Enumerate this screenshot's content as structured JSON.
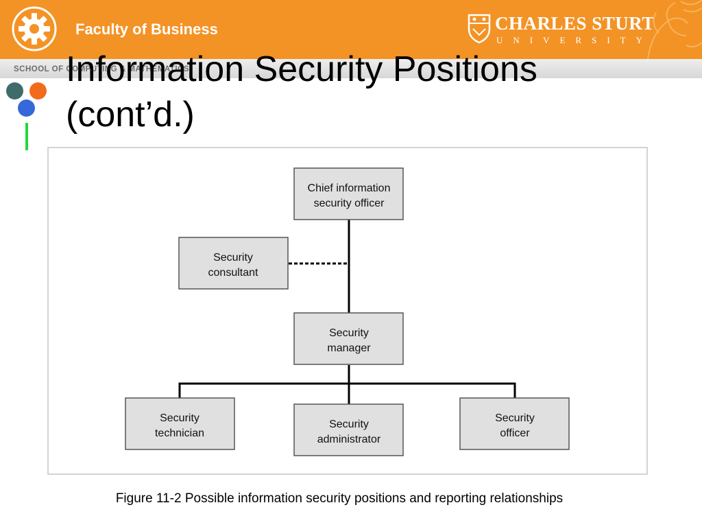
{
  "header": {
    "faculty_name": "Faculty of Business",
    "university_name": "CHARLES STURT",
    "university_sub": "UNIVERSITY",
    "school_name": "SCHOOL OF COMPUTING & MATHEMATICS",
    "logo_icon": "gear-icon",
    "crest_icon": "shield-crest-icon",
    "background_color": "#f39325"
  },
  "slide": {
    "title": "Information Security Positions\n(cont’d.)",
    "accent_dots": [
      "#3f6b6b",
      "#f26b1d",
      "#3569d9"
    ],
    "accent_line_color": "#22d83c"
  },
  "diagram": {
    "nodes": [
      {
        "id": "ciso",
        "lines": [
          "Chief information",
          "security officer"
        ]
      },
      {
        "id": "consultant",
        "lines": [
          "Security",
          "consultant"
        ]
      },
      {
        "id": "manager",
        "lines": [
          "Security",
          "manager"
        ]
      },
      {
        "id": "technician",
        "lines": [
          "Security",
          "technician"
        ]
      },
      {
        "id": "administrator",
        "lines": [
          "Security",
          "administrator"
        ]
      },
      {
        "id": "officer",
        "lines": [
          "Security",
          "officer"
        ]
      }
    ],
    "edges": [
      {
        "from": "ciso",
        "to": "manager",
        "style": "solid"
      },
      {
        "from": "consultant",
        "to": "ciso",
        "style": "dashed"
      },
      {
        "from": "manager",
        "to": "technician",
        "style": "solid"
      },
      {
        "from": "manager",
        "to": "administrator",
        "style": "solid"
      },
      {
        "from": "manager",
        "to": "officer",
        "style": "solid"
      }
    ],
    "node_fill": "#e0e0e0"
  },
  "caption": "Figure 11-2 Possible information security positions and reporting relationships"
}
